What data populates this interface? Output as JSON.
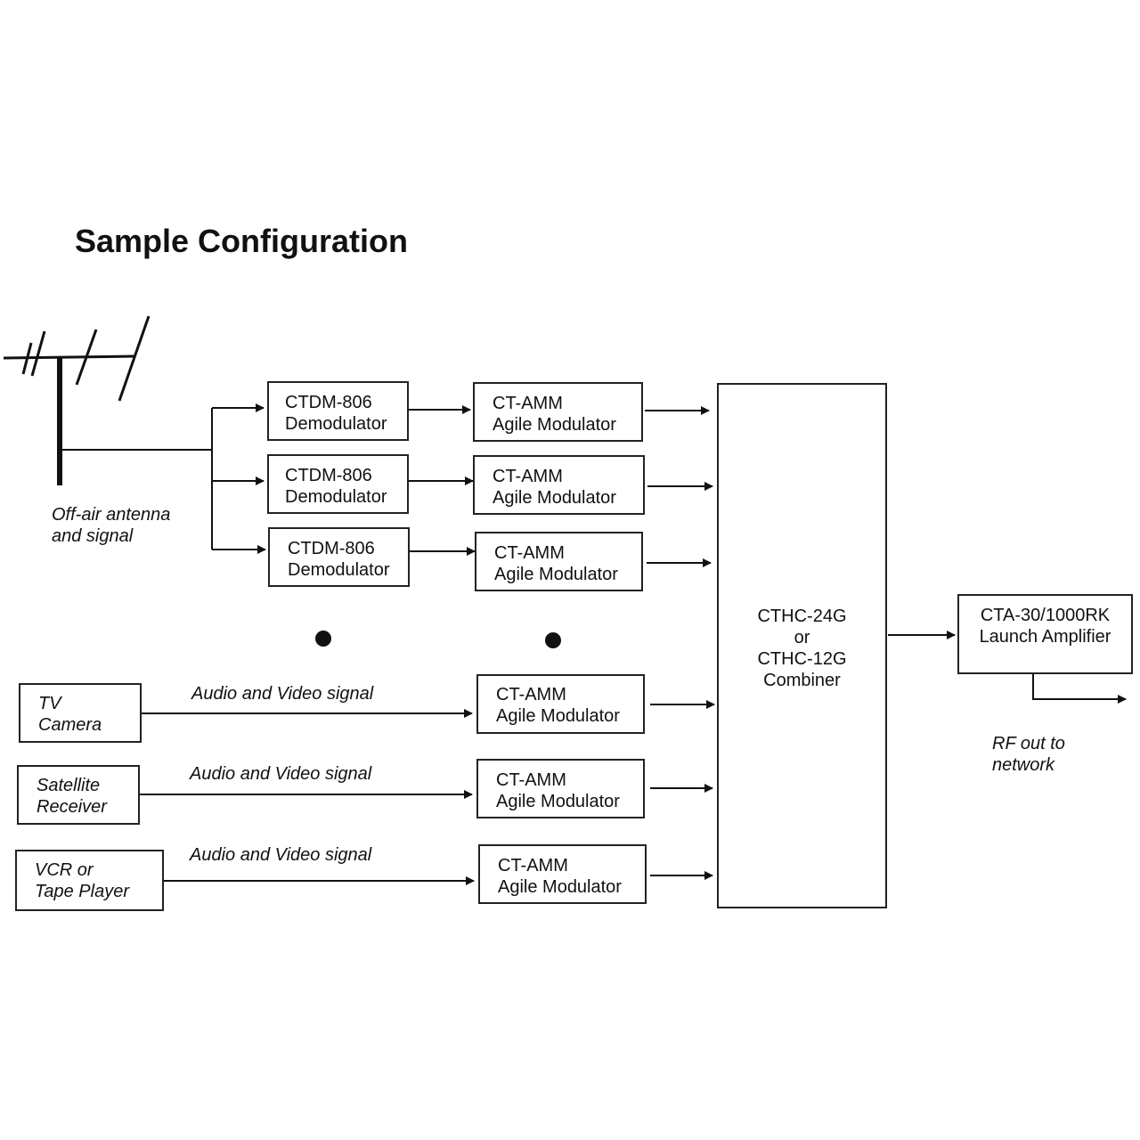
{
  "title": "Sample Configuration",
  "antenna_label": {
    "line1": "Off-air antenna",
    "line2": "and signal"
  },
  "demodulators": [
    {
      "line1": "CTDM-806",
      "line2": "Demodulator"
    },
    {
      "line1": "CTDM-806",
      "line2": "Demodulator"
    },
    {
      "line1": "CTDM-806",
      "line2": "Demodulator"
    }
  ],
  "modulators": [
    {
      "line1": "CT-AMM",
      "line2": "Agile Modulator"
    },
    {
      "line1": "CT-AMM",
      "line2": "Agile Modulator"
    },
    {
      "line1": "CT-AMM",
      "line2": "Agile Modulator"
    },
    {
      "line1": "CT-AMM",
      "line2": "Agile Modulator"
    },
    {
      "line1": "CT-AMM",
      "line2": "Agile Modulator"
    },
    {
      "line1": "CT-AMM",
      "line2": "Agile Modulator"
    }
  ],
  "sources": [
    {
      "line1": "TV",
      "line2": "Camera",
      "signal": "Audio and  Video signal"
    },
    {
      "line1": "Satellite",
      "line2": "Receiver",
      "signal": "Audio and  Video signal"
    },
    {
      "line1": "VCR or",
      "line2": "Tape Player",
      "signal": "Audio and Video  signal"
    }
  ],
  "combiner": {
    "line1": "CTHC-24G",
    "line2": "or",
    "line3": "CTHC-12G",
    "line4": "Combiner"
  },
  "amplifier": {
    "line1": "CTA-30/1000RK",
    "line2": "Launch Amplifier"
  },
  "rf_out": {
    "line1": "RF out to",
    "line2": "network"
  }
}
